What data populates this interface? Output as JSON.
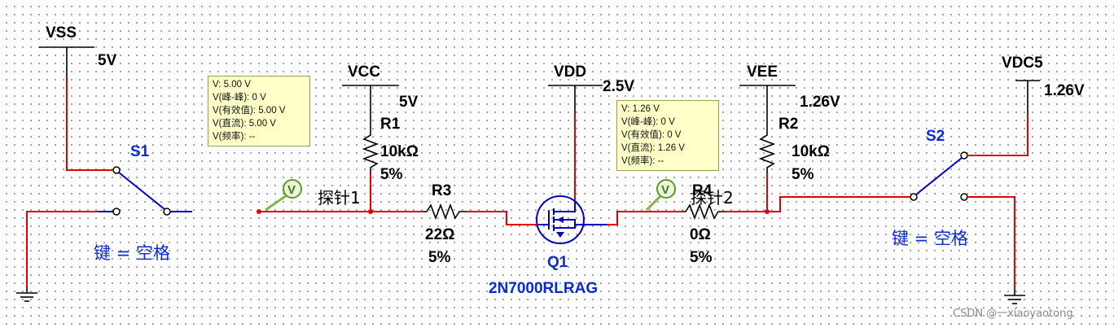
{
  "supplies": {
    "vss": {
      "name": "VSS",
      "value": "5V"
    },
    "vcc": {
      "name": "VCC",
      "value": "5V"
    },
    "vdd": {
      "name": "VDD",
      "value": "2.5V"
    },
    "vee": {
      "name": "VEE",
      "value": "1.26V"
    },
    "vdc5": {
      "name": "VDC5",
      "value": "1.26V"
    }
  },
  "switches": {
    "s1": {
      "ref": "S1",
      "key": "键 = 空格"
    },
    "s2": {
      "ref": "S2",
      "key": "键 = 空格"
    }
  },
  "resistors": {
    "r1": {
      "ref": "R1",
      "value": "10kΩ",
      "tol": "5%"
    },
    "r2": {
      "ref": "R2",
      "value": "10kΩ",
      "tol": "5%"
    },
    "r3": {
      "ref": "R3",
      "value": "22Ω",
      "tol": "5%"
    },
    "r4": {
      "ref": "R4",
      "value": "0Ω",
      "tol": "5%"
    }
  },
  "transistor": {
    "ref": "Q1",
    "part": "2N7000RLRAG"
  },
  "probes": {
    "p1": {
      "label": "探针1",
      "icon_letter": "V",
      "readings": [
        "V: 5.00 V",
        "V(峰-峰): 0 V",
        "V(有效值): 5.00 V",
        "V(直流): 5.00 V",
        "V(频率): --"
      ]
    },
    "p2": {
      "label": "探针2",
      "icon_letter": "V",
      "readings": [
        "V: 1.26 V",
        "V(峰-峰): 0 V",
        "V(有效值): 0 V",
        "V(直流): 1.26 V",
        "V(频率): --"
      ]
    }
  },
  "watermark": "CSDN @一xiaoyaotong",
  "colors": {
    "wire_active": "#e30000",
    "wire_passive": "#000000",
    "transistor": "#0000cc",
    "label_blue": "#0a2ad8",
    "tooltip_bg": "#ffffc8",
    "probe_green": "#5a9a2a"
  }
}
